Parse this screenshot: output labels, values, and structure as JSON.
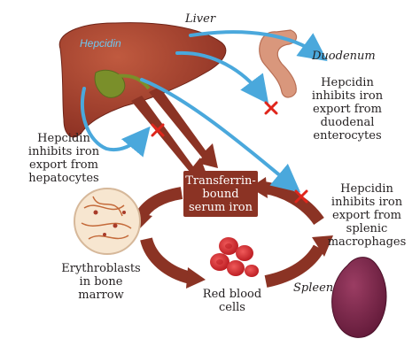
{
  "labels": {
    "liver": "Liver",
    "duodenum": "Duodenum",
    "spleen": "Spleen",
    "hepcidin": "Hepcidin",
    "duodenal_inhibit": "Hepcidin\ninhibits iron\nexport from\nduodenal\nenterocytes",
    "hepatocyte_inhibit": "Hepcidin\ninhibits iron\nexport from\nhepatocytes",
    "splenic_inhibit": "Hepcidin\ninhibits iron\nexport from\nsplenic\nmacrophages",
    "transferrin": "Transferrin-\nbound\nserum iron",
    "erythroblasts": "Erythroblasts\nin bone\nmarrow",
    "red_blood_cells": "Red blood\ncells"
  },
  "colors": {
    "liver": "#9b3a2a",
    "gallbladder": "#7a8f2a",
    "duodenum": "#d9977c",
    "spleen": "#6b1f3f",
    "iron_arrow": "#8b3324",
    "hepcidin_arrow": "#4aa8dc",
    "inhibit_mark": "#e0251b",
    "rbc": "#d8242b",
    "label_text": "#231f20"
  }
}
